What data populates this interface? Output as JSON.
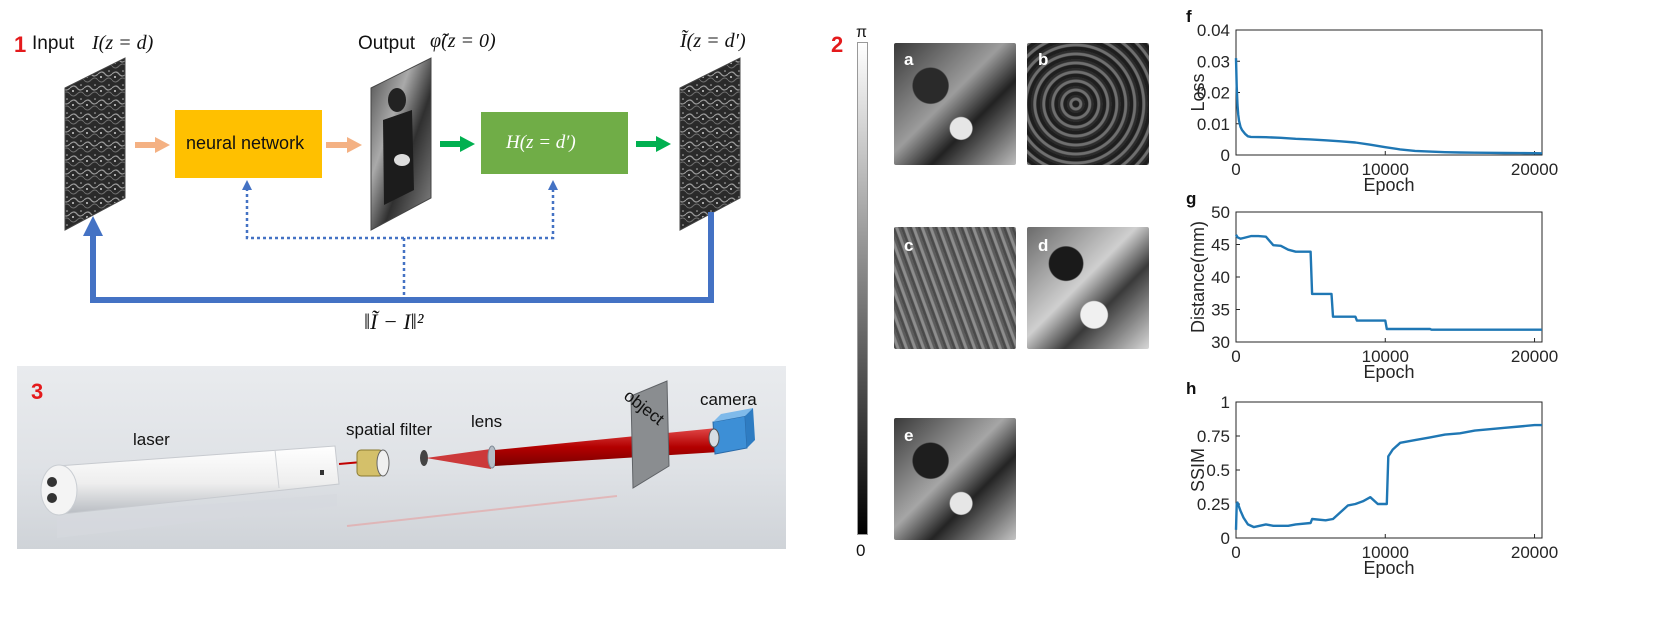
{
  "panel1": {
    "number": "1",
    "input_label": "Input",
    "input_expr": "I(z = d)",
    "output_label": "Output",
    "output_expr": "φ̃(z = 0)",
    "right_expr": "Ĩ(z = d′)",
    "nn_label": "neural network",
    "h_label": "H(z = d′)",
    "loss_expr": "‖Ĩ − I‖²",
    "colors": {
      "nn_box": "#ffc000",
      "h_box": "#70ad47",
      "arrow_orange": "#f4b183",
      "arrow_green": "#00b050",
      "loop_blue": "#4472c4"
    }
  },
  "panel2": {
    "number": "2",
    "colorbar_top": "π",
    "colorbar_bottom": "0",
    "subpanels": [
      "a",
      "b",
      "c",
      "d",
      "e"
    ]
  },
  "panel3": {
    "number": "3",
    "labels": {
      "laser": "laser",
      "spatial_filter": "spatial filter",
      "lens": "lens",
      "object": "object",
      "camera": "camera"
    }
  },
  "chart_data": [
    {
      "id": "f",
      "type": "line",
      "panel_label": "f",
      "xlabel": "Epoch",
      "ylabel": "Loss",
      "xlim": [
        0,
        20500
      ],
      "ylim": [
        0,
        0.04
      ],
      "xticks": [
        0,
        10000,
        20000
      ],
      "xtick_labels": [
        "0",
        "10000",
        "20000"
      ],
      "yticks": [
        0,
        0.01,
        0.02,
        0.03,
        0.04
      ],
      "ytick_labels": [
        "0",
        "0.01",
        "0.02",
        "0.03",
        "0.04"
      ],
      "x": [
        0,
        50,
        100,
        150,
        200,
        300,
        400,
        600,
        800,
        1000,
        2000,
        3000,
        4000,
        5000,
        6000,
        7000,
        8000,
        9000,
        10000,
        11000,
        12000,
        13000,
        14000,
        15000,
        16000,
        17000,
        18000,
        19000,
        20000,
        20500
      ],
      "y": [
        0.031,
        0.022,
        0.016,
        0.013,
        0.011,
        0.009,
        0.008,
        0.0068,
        0.006,
        0.0058,
        0.0057,
        0.0055,
        0.0052,
        0.005,
        0.0047,
        0.0044,
        0.004,
        0.0033,
        0.0025,
        0.0018,
        0.0013,
        0.0011,
        0.0009,
        0.0008,
        0.00075,
        0.0007,
        0.00065,
        0.0006,
        0.00058,
        0.00055
      ]
    },
    {
      "id": "g",
      "type": "line",
      "panel_label": "g",
      "xlabel": "Epoch",
      "ylabel": "Distance(mm)",
      "xlim": [
        0,
        20500
      ],
      "ylim": [
        30,
        50
      ],
      "xticks": [
        0,
        10000,
        20000
      ],
      "xtick_labels": [
        "0",
        "10000",
        "20000"
      ],
      "yticks": [
        30,
        35,
        40,
        45,
        50
      ],
      "ytick_labels": [
        "30",
        "35",
        "40",
        "45",
        "50"
      ],
      "x": [
        0,
        100,
        300,
        500,
        1000,
        1500,
        2000,
        2500,
        3000,
        3500,
        4000,
        5000,
        5100,
        6400,
        6500,
        8000,
        8100,
        10000,
        10100,
        13000,
        13100,
        20500
      ],
      "y": [
        46.5,
        46.1,
        45.9,
        46.0,
        46.3,
        46.3,
        46.2,
        44.9,
        44.8,
        44.2,
        43.9,
        43.9,
        37.4,
        37.4,
        33.9,
        33.9,
        33.3,
        33.3,
        32.0,
        32.0,
        31.9,
        31.9
      ]
    },
    {
      "id": "h",
      "type": "line",
      "panel_label": "h",
      "xlabel": "Epoch",
      "ylabel": "SSIM",
      "xlim": [
        0,
        20500
      ],
      "ylim": [
        0,
        1
      ],
      "xticks": [
        0,
        10000,
        20000
      ],
      "xtick_labels": [
        "0",
        "10000",
        "20000"
      ],
      "yticks": [
        0,
        0.25,
        0.5,
        0.75,
        1
      ],
      "ytick_labels": [
        "0",
        "0.25",
        "0.5",
        "0.75",
        "1"
      ],
      "x": [
        0,
        50,
        100,
        300,
        500,
        800,
        1200,
        2000,
        2500,
        3000,
        3500,
        4000,
        5000,
        5100,
        6000,
        6500,
        7500,
        8000,
        8500,
        9000,
        9500,
        10100,
        10200,
        10500,
        11000,
        12000,
        13000,
        14000,
        15000,
        16000,
        17000,
        18000,
        19000,
        20000,
        20500
      ],
      "y": [
        0.06,
        0.25,
        0.26,
        0.2,
        0.15,
        0.1,
        0.08,
        0.1,
        0.09,
        0.09,
        0.09,
        0.1,
        0.11,
        0.14,
        0.13,
        0.14,
        0.24,
        0.25,
        0.27,
        0.3,
        0.25,
        0.25,
        0.6,
        0.65,
        0.7,
        0.72,
        0.74,
        0.76,
        0.77,
        0.79,
        0.8,
        0.81,
        0.82,
        0.83,
        0.83
      ]
    }
  ]
}
